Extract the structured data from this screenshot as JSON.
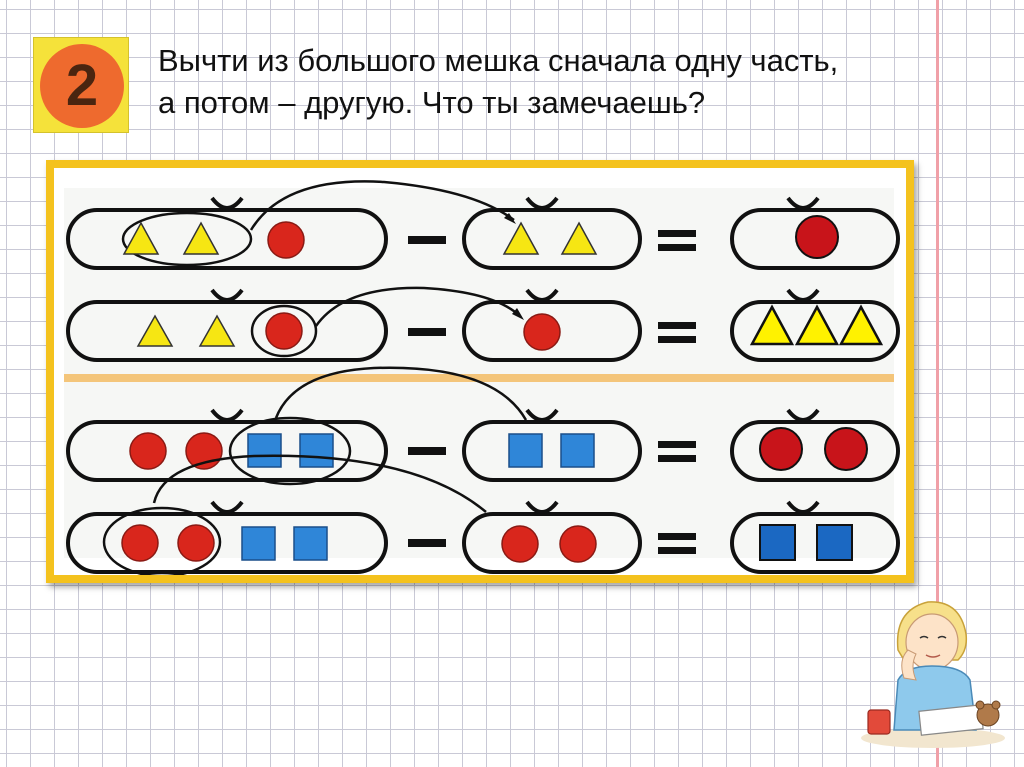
{
  "task": {
    "number": "2",
    "text_line1": "Вычти из большого мешка сначала одну часть,",
    "text_line2": "а потом – другую. Что ты замечаешь?"
  },
  "equations": [
    {
      "whole": "2 yellow triangles, 1 red circle",
      "subtract": "2 yellow triangles",
      "result": "1 red circle"
    },
    {
      "whole": "2 yellow triangles, 1 red circle",
      "subtract": "1 red circle",
      "result": "3 yellow triangles"
    },
    {
      "whole": "2 red circles, 2 blue squares",
      "subtract": "2 blue squares",
      "result": "2 red circles"
    },
    {
      "whole": "2 red circles, 2 blue squares",
      "subtract": "2 red circles",
      "result": "2 blue squares"
    }
  ],
  "symbols": {
    "minus": "–",
    "equals": "="
  },
  "colors": {
    "panel_border": "#f4c21e",
    "badge_yellow": "#f5e23a",
    "badge_orange": "#ee6a2e",
    "triangle_yellow": "#f6e613",
    "circle_red": "#d9261c",
    "square_blue": "#2f86d8",
    "result_red": "#c8141a",
    "result_blue": "#1b68c2"
  }
}
